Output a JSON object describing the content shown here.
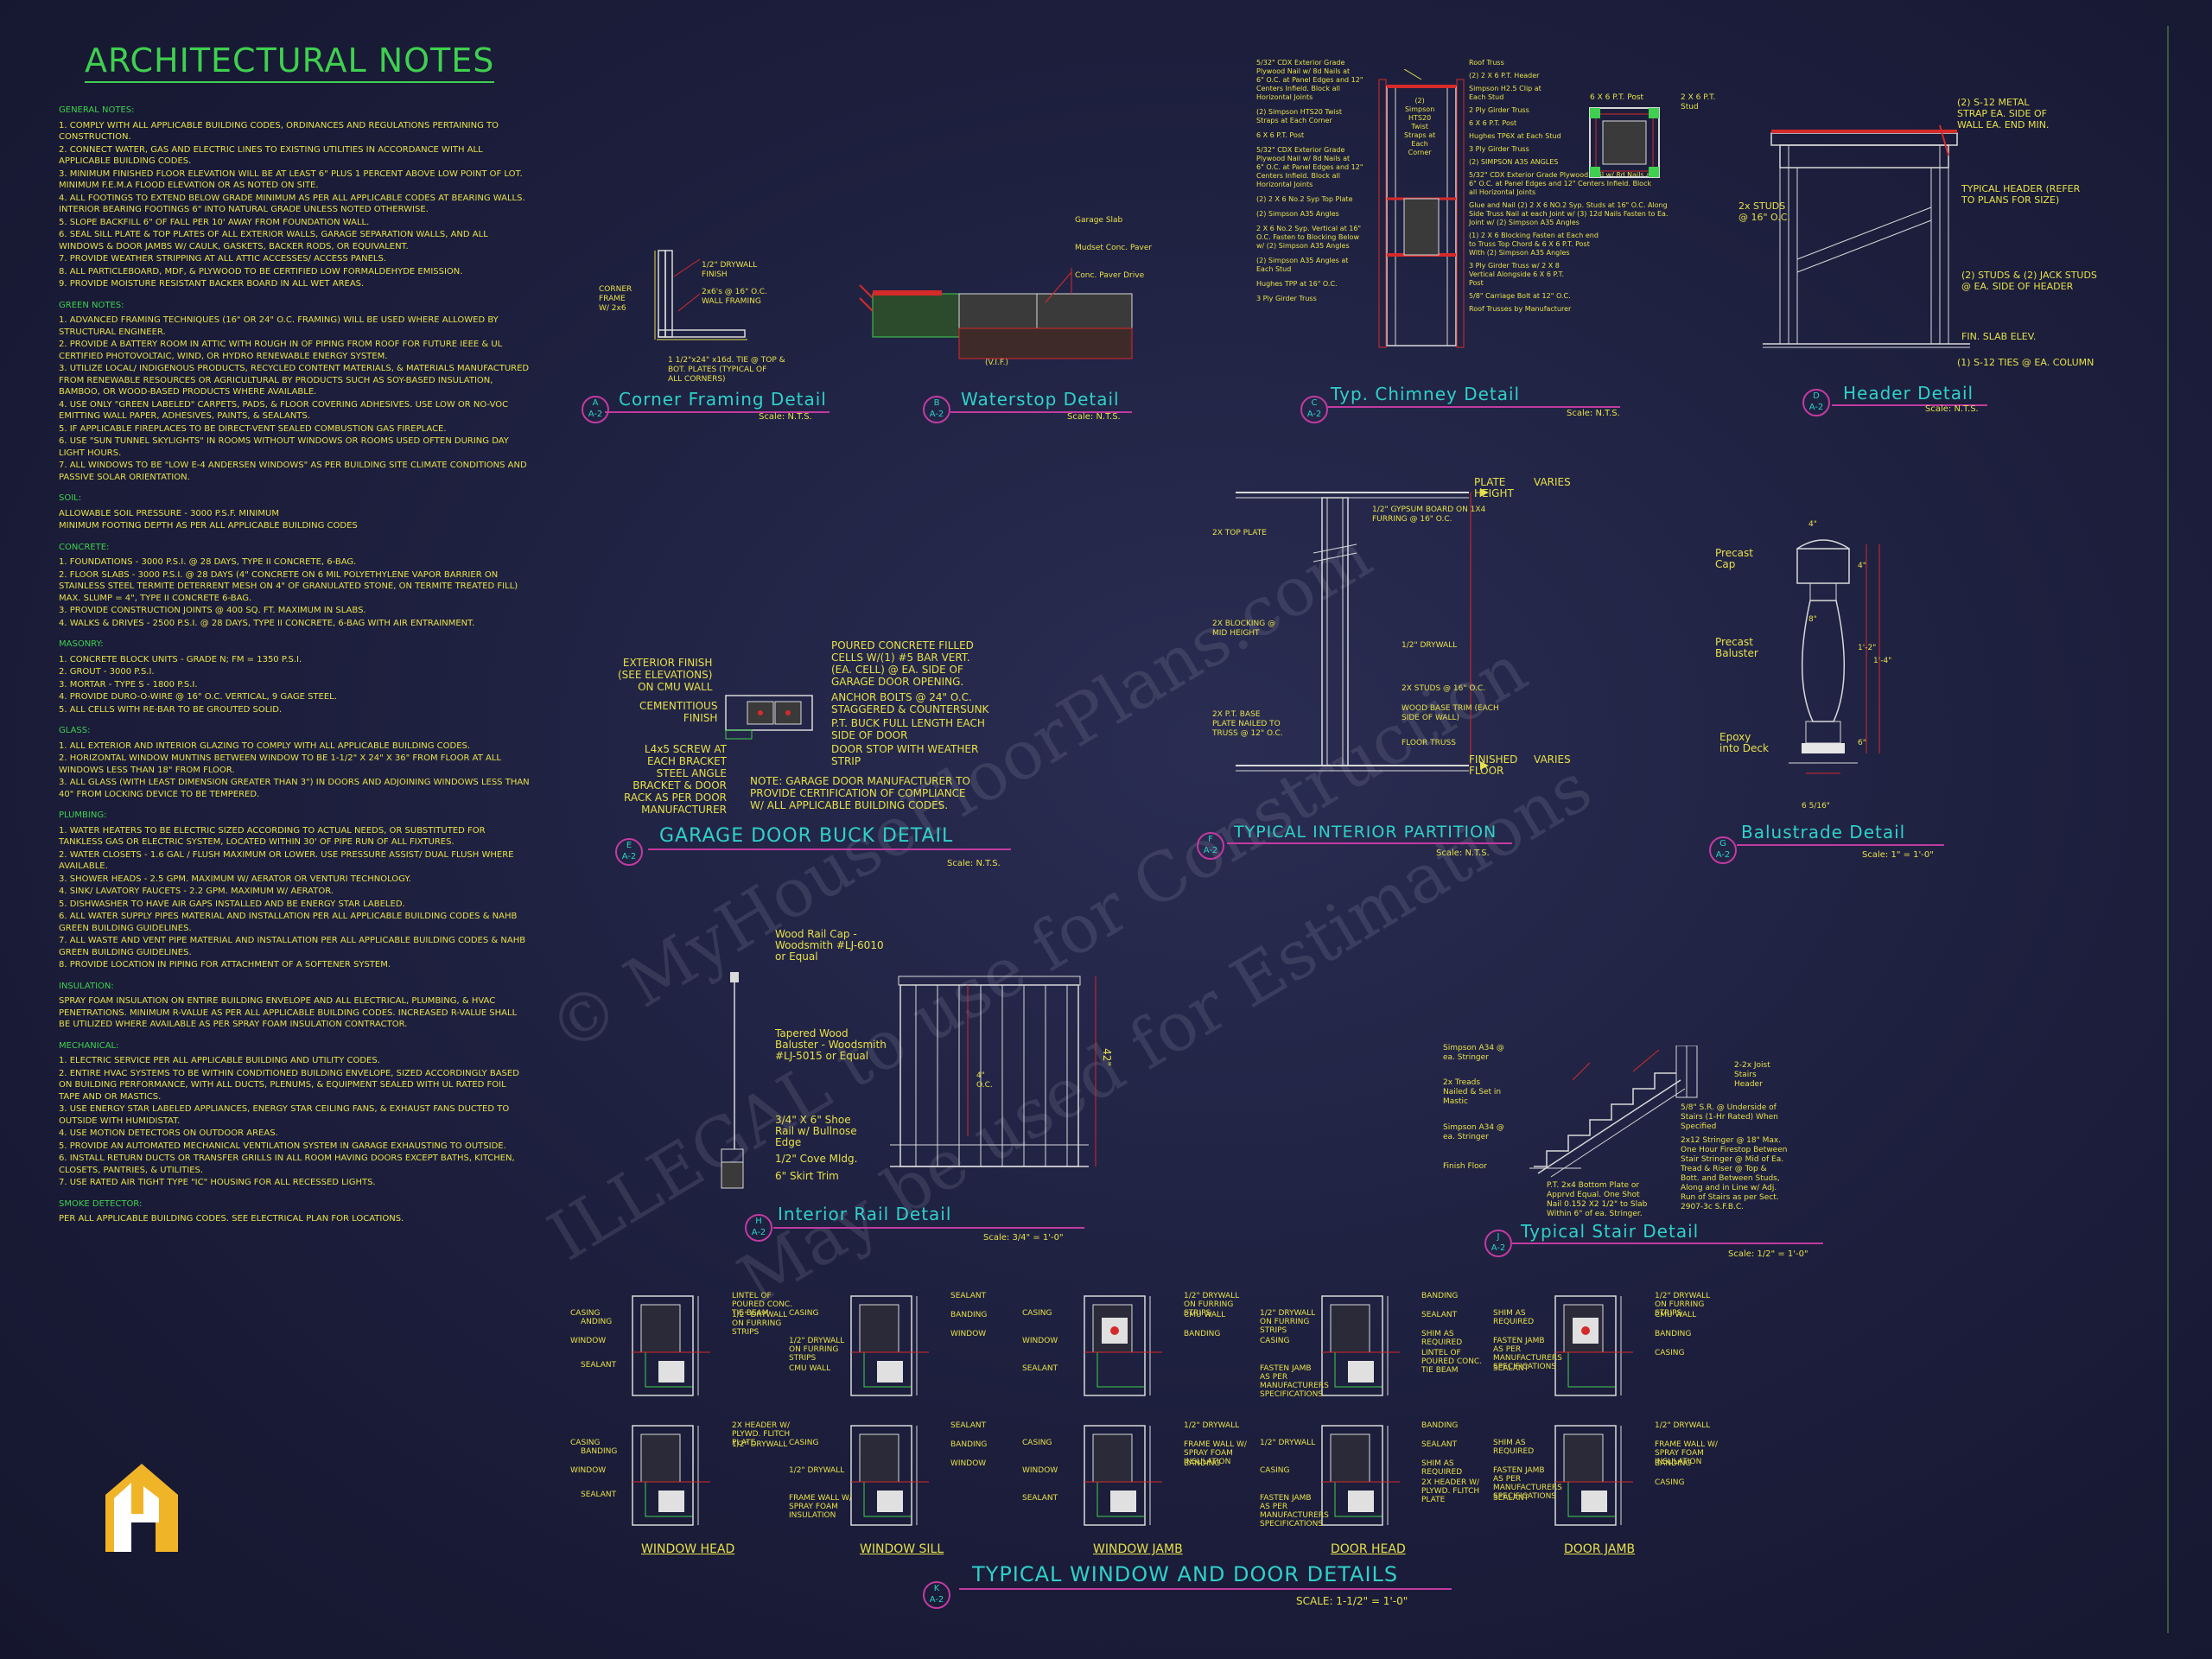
{
  "notes": {
    "title": "ARCHITECTURAL NOTES",
    "sections": [
      {
        "heading": "GENERAL NOTES:",
        "lines": [
          "1. COMPLY WITH ALL APPLICABLE BUILDING CODES, ORDINANCES AND REGULATIONS PERTAINING TO CONSTRUCTION.",
          "2. CONNECT WATER, GAS AND ELECTRIC LINES TO EXISTING UTILITIES IN ACCORDANCE WITH ALL APPLICABLE BUILDING CODES.",
          "3. MINIMUM FINISHED FLOOR ELEVATION WILL BE AT LEAST 6\" PLUS 1 PERCENT ABOVE LOW POINT OF LOT. MINIMUM F.E.M.A FLOOD ELEVATION OR AS NOTED ON SITE.",
          "4. ALL FOOTINGS TO EXTEND BELOW GRADE MINIMUM AS PER ALL APPLICABLE CODES AT BEARING WALLS. INTERIOR BEARING FOOTINGS 6\" INTO NATURAL GRADE UNLESS NOTED OTHERWISE.",
          "5. SLOPE BACKFILL 6\" OF FALL PER 10' AWAY FROM FOUNDATION WALL.",
          "6. SEAL SILL PLATE & TOP PLATES OF ALL EXTERIOR WALLS, GARAGE SEPARATION WALLS, AND ALL WINDOWS & DOOR JAMBS W/ CAULK, GASKETS, BACKER RODS, OR EQUIVALENT.",
          "7. PROVIDE WEATHER STRIPPING AT ALL ATTIC ACCESSES/ ACCESS PANELS.",
          "8. ALL PARTICLEBOARD, MDF, & PLYWOOD TO BE CERTIFIED LOW FORMALDEHYDE EMISSION.",
          "9. PROVIDE MOISTURE RESISTANT BACKER BOARD IN ALL WET AREAS."
        ]
      },
      {
        "heading": "GREEN NOTES:",
        "lines": [
          "1. ADVANCED FRAMING TECHNIQUES (16\" OR 24\" O.C. FRAMING) WILL BE USED WHERE ALLOWED BY STRUCTURAL ENGINEER.",
          "2. PROVIDE A BATTERY ROOM IN ATTIC WITH ROUGH IN OF PIPING FROM ROOF FOR FUTURE IEEE & UL CERTIFIED PHOTOVOLTAIC, WIND, OR HYDRO RENEWABLE ENERGY SYSTEM.",
          "3. UTILIZE LOCAL/ INDIGENOUS PRODUCTS, RECYCLED CONTENT MATERIALS, & MATERIALS MANUFACTURED FROM RENEWABLE RESOURCES OR AGRICULTURAL BY PRODUCTS SUCH AS SOY-BASED INSULATION, BAMBOO, OR WOOD-BASED PRODUCTS WHERE AVAILABLE.",
          "4. USE ONLY \"GREEN LABELED\" CARPETS, PADS, & FLOOR COVERING ADHESIVES. USE LOW OR NO-VOC EMITTING WALL PAPER, ADHESIVES, PAINTS, & SEALANTS.",
          "5. IF APPLICABLE FIREPLACES TO BE DIRECT-VENT SEALED COMBUSTION GAS FIREPLACE.",
          "6. USE \"SUN TUNNEL SKYLIGHTS\" IN ROOMS WITHOUT WINDOWS OR ROOMS USED OFTEN DURING DAY LIGHT HOURS.",
          "7. ALL WINDOWS TO BE \"LOW E-4 ANDERSEN WINDOWS\" AS PER BUILDING SITE CLIMATE CONDITIONS AND PASSIVE SOLAR ORIENTATION."
        ]
      },
      {
        "heading": "SOIL:",
        "lines": [
          "ALLOWABLE SOIL PRESSURE - 3000 P.S.F. MINIMUM",
          "MINIMUM FOOTING DEPTH AS PER ALL APPLICABLE BUILDING CODES"
        ]
      },
      {
        "heading": "CONCRETE:",
        "lines": [
          "1. FOUNDATIONS - 3000 P.S.I. @ 28 DAYS, TYPE II CONCRETE, 6-BAG.",
          "2. FLOOR SLABS - 3000 P.S.I. @ 28 DAYS (4\" CONCRETE ON 6 MIL POLYETHYLENE VAPOR BARRIER ON STAINLESS STEEL TERMITE DETERRENT MESH ON 4\" OF GRANULATED STONE, ON TERMITE TREATED FILL) MAX. SLUMP = 4\", TYPE II CONCRETE 6-BAG.",
          "3. PROVIDE CONSTRUCTION JOINTS @ 400 SQ. FT. MAXIMUM IN SLABS.",
          "4. WALKS & DRIVES - 2500 P.S.I. @ 28 DAYS, TYPE II CONCRETE, 6-BAG WITH AIR ENTRAINMENT."
        ]
      },
      {
        "heading": "MASONRY:",
        "lines": [
          "1. CONCRETE BLOCK UNITS - GRADE N; FM = 1350 P.S.I.",
          "2. GROUT - 3000 P.S.I.",
          "3. MORTAR - TYPE S - 1800 P.S.I.",
          "4. PROVIDE DURO-O-WIRE @ 16\" O.C. VERTICAL, 9 GAGE STEEL.",
          "5. ALL CELLS WITH RE-BAR TO BE GROUTED SOLID."
        ]
      },
      {
        "heading": "GLASS:",
        "lines": [
          "1. ALL EXTERIOR AND INTERIOR GLAZING TO COMPLY WITH ALL APPLICABLE BUILDING CODES.",
          "2. HORIZONTAL WINDOW MUNTINS BETWEEN WINDOW TO BE 1-1/2\" X 24\" X 36\" FROM FLOOR AT ALL WINDOWS LESS THAN 18\" FROM FLOOR.",
          "3. ALL GLASS (WITH LEAST DIMENSION GREATER THAN 3\") IN DOORS AND ADJOINING WINDOWS LESS THAN 40\" FROM LOCKING DEVICE TO BE TEMPERED."
        ]
      },
      {
        "heading": "PLUMBING:",
        "lines": [
          "1. WATER HEATERS TO BE ELECTRIC SIZED ACCORDING TO ACTUAL NEEDS, OR SUBSTITUTED FOR TANKLESS GAS OR ELECTRIC SYSTEM, LOCATED WITHIN 30' OF PIPE RUN OF ALL FIXTURES.",
          "2. WATER CLOSETS - 1.6 GAL / FLUSH MAXIMUM OR LOWER. USE PRESSURE ASSIST/ DUAL FLUSH WHERE AVAILABLE.",
          "3. SHOWER HEADS - 2.5 GPM. MAXIMUM W/ AERATOR OR VENTURI TECHNOLOGY.",
          "4. SINK/ LAVATORY FAUCETS - 2.2 GPM. MAXIMUM W/ AERATOR.",
          "5. DISHWASHER TO HAVE AIR GAPS INSTALLED AND BE ENERGY STAR LABELED.",
          "6. ALL WATER SUPPLY PIPES MATERIAL AND INSTALLATION PER ALL APPLICABLE BUILDING CODES & NAHB GREEN BUILDING GUIDELINES.",
          "7. ALL WASTE AND VENT PIPE MATERIAL AND INSTALLATION PER ALL APPLICABLE BUILDING CODES & NAHB GREEN BUILDING GUIDELINES.",
          "8. PROVIDE LOCATION IN PIPING FOR ATTACHMENT OF A SOFTENER SYSTEM."
        ]
      },
      {
        "heading": "INSULATION:",
        "lines": [
          "SPRAY FOAM INSULATION ON ENTIRE BUILDING ENVELOPE AND ALL ELECTRICAL, PLUMBING, & HVAC PENETRATIONS. MINIMUM R-VALUE AS PER ALL APPLICABLE BUILDING CODES. INCREASED R-VALUE SHALL BE UTILIZED WHERE AVAILABLE AS PER SPRAY FOAM INSULATION CONTRACTOR."
        ]
      },
      {
        "heading": "MECHANICAL:",
        "lines": [
          "1. ELECTRIC SERVICE PER ALL APPLICABLE BUILDING AND UTILITY CODES.",
          "2. ENTIRE HVAC SYSTEMS TO BE WITHIN CONDITIONED BUILDING ENVELOPE, SIZED ACCORDINGLY BASED ON BUILDING PERFORMANCE, WITH ALL DUCTS, PLENUMS, & EQUIPMENT SEALED WITH UL RATED FOIL TAPE AND OR MASTICS.",
          "3. USE ENERGY STAR LABELED APPLIANCES, ENERGY STAR CEILING FANS, & EXHAUST FANS DUCTED TO OUTSIDE WITH HUMIDISTAT.",
          "4. USE MOTION DETECTORS ON OUTDOOR AREAS.",
          "5. PROVIDE AN AUTOMATED MECHANICAL VENTILATION SYSTEM IN GARAGE EXHAUSTING TO OUTSIDE.",
          "6. INSTALL RETURN DUCTS OR TRANSFER GRILLS IN ALL ROOM HAVING DOORS EXCEPT BATHS, KITCHEN, CLOSETS, PANTRIES, & UTILITIES.",
          "7. USE RATED AIR TIGHT TYPE \"IC\" HOUSING FOR ALL RECESSED LIGHTS."
        ]
      },
      {
        "heading": "SMOKE DETECTOR:",
        "lines": [
          "PER ALL APPLICABLE BUILDING CODES. SEE ELECTRICAL PLAN FOR LOCATIONS."
        ]
      }
    ]
  },
  "details": {
    "a": {
      "letter": "A",
      "sheet": "A-2",
      "title": "Corner Framing Detail",
      "scale": "Scale: N.T.S.",
      "annos": [
        "1/2\" DRYWALL\nFINISH",
        "2x6's @ 16\" O.C.\nWALL FRAMING",
        "CORNER\nFRAME\nW/ 2x6",
        "1 1/2\"x24\" x16d. TIE @ TOP &\nBOT. PLATES (TYPICAL OF\nALL CORNERS)"
      ]
    },
    "b": {
      "letter": "B",
      "sheet": "A-2",
      "title": "Waterstop Detail",
      "scale": "Scale: N.T.S.",
      "annos": [
        "Garage Slab",
        "Mudset Conc. Paver",
        "Conc. Paver Drive",
        "(V.I.F.)"
      ]
    },
    "c": {
      "letter": "C",
      "sheet": "A-2",
      "title": "Typ. Chimney Detail",
      "scale": "Scale: N.T.S.",
      "left_annos": [
        "5/32\" CDX Exterior Grade\nPlywood Nail w/ 8d Nails at\n6\" O.C. at Panel Edges and 12\"\nCenters Infield. Block all\nHorizontal Joints",
        "(2) Simpson HTS20 Twist\nStraps at Each Corner",
        "6 X 6 P.T. Post",
        "5/32\" CDX Exterior Grade\nPlywood Nail w/ 8d Nails at\n6\" O.C. at Panel Edges and 12\"\nCenters Infield. Block all\nHorizontal Joints",
        "(2) 2 X 6 No.2 Syp Top Plate",
        "(2) Simpson A35 Angles",
        "2 X 6 No.2 Syp. Vertical at 16\"\nO.C. Fasten to Blocking Below\nw/ (2) Simpson A35 Angles",
        "(2) Simpson A35 Angles at\nEach Stud",
        "Hughes TPP at 16\" O.C.",
        "3 Ply Girder Truss"
      ],
      "mid_annos": [
        "Roof Truss",
        "(2) 2 X 6 P.T. Header",
        "Simpson H2.5 Clip at\nEach Stud",
        "2 Ply Girder Truss",
        "6 X 6 P.T. Post",
        "Hughes TP6X at Each Stud",
        "3 Ply Girder Truss",
        "(2) SIMPSON A35 ANGLES",
        "5/32\" CDX Exterior Grade Plywood Nail w/ 8d Nails at\n6\" O.C. at Panel Edges and 12\" Centers Infield. Block\nall Horizontal Joints",
        "Glue and Nail (2) 2 X 6 NO.2 Syp. Studs at 16\" O.C. Along\nSide Truss Nail at each Joint w/ (3) 12d Nails Fasten to Ea.\nJoint w/ (2) Simpson A35 Angles",
        "(1) 2 X 6 Blocking Fasten at Each end\nto Truss Top Chord & 6 X 6 P.T. Post\nWith (2) Simpson A35 Angles",
        "3 Ply Girder Truss w/ 2 X 8\nVertical Alongside 6 X 6 P.T.\nPost",
        "5/8\" Carriage Bolt at 12\" O.C.",
        "Roof Trusses by Manufacturer"
      ],
      "simpson_label": "(2)\nSimpson\nHTS20\nTwist\nStraps at\nEach\nCorner",
      "right_annos": [
        "6 X 6 P.T. Post",
        "2 X 6 P.T.\nStud"
      ]
    },
    "d": {
      "letter": "D",
      "sheet": "A-2",
      "title": "Header Detail",
      "scale": "Scale: N.T.S.",
      "annos": [
        "(2) S-12 METAL\nSTRAP EA. SIDE OF\nWALL EA. END MIN.",
        "TYPICAL HEADER (REFER\nTO PLANS FOR SIZE)",
        "2x STUDS\n@ 16\" O.C.",
        "(2) STUDS & (2) JACK STUDS\n@ EA. SIDE OF HEADER",
        "FIN. SLAB ELEV.",
        "(1) S-12 TIES @ EA. COLUMN"
      ]
    },
    "e": {
      "letter": "E",
      "sheet": "A-2",
      "title": "GARAGE DOOR BUCK DETAIL",
      "scale": "Scale: N.T.S.",
      "annos_left": [
        "EXTERIOR FINISH\n(SEE ELEVATIONS)\nON CMU WALL",
        "CEMENTITIOUS\nFINISH",
        "L4x5 SCREW AT\nEACH BRACKET\nSTEEL ANGLE\nBRACKET & DOOR\nRACK AS PER DOOR\nMANUFACTURER"
      ],
      "annos_right": [
        "POURED CONCRETE FILLED\nCELLS W/(1) #5 BAR VERT.\n(EA. CELL) @ EA. SIDE OF\nGARAGE DOOR OPENING.",
        "ANCHOR BOLTS @ 24\" O.C.\nSTAGGERED & COUNTERSUNK",
        "P.T. BUCK FULL LENGTH EACH\nSIDE OF DOOR",
        "DOOR STOP WITH WEATHER\nSTRIP",
        "NOTE: GARAGE DOOR MANUFACTURER TO\nPROVIDE CERTIFICATION OF COMPLIANCE\nW/ ALL APPLICABLE BUILDING CODES."
      ]
    },
    "f": {
      "letter": "F",
      "sheet": "A-2",
      "title": "TYPICAL INTERIOR PARTITION",
      "scale": "Scale: N.T.S.",
      "annos": [
        "PLATE\nHEIGHT",
        "VARIES",
        "1/2\" GYPSUM BOARD ON 1X4\nFURRING @ 16\" O.C.",
        "2X TOP PLATE",
        "2X BLOCKING @\nMID HEIGHT",
        "1/2\" DRYWALL",
        "2X STUDS @ 16\" O.C.",
        "2X P.T. BASE\nPLATE NAILED TO\nTRUSS @ 12\" O.C.",
        "WOOD BASE TRIM (EACH\nSIDE OF WALL)",
        "FLOOR TRUSS",
        "FINISHED\nFLOOR",
        "VARIES"
      ]
    },
    "g": {
      "letter": "G",
      "sheet": "A-2",
      "title": "Balustrade Detail",
      "scale": "Scale: 1\" = 1'-0\"",
      "annos": [
        "Precast\nCap",
        "Precast\nBaluster",
        "Epoxy\ninto Deck",
        "6 5/16\"",
        "4\"",
        "4\"",
        "8\"",
        "1'-2\"",
        "1'-4\"",
        "6\""
      ]
    },
    "h": {
      "letter": "H",
      "sheet": "A-2",
      "title": "Interior Rail Detail",
      "scale": "Scale: 3/4\" = 1'-0\"",
      "annos": [
        "Wood Rail Cap -\nWoodsmith #LJ-6010\nor Equal",
        "Tapered Wood\nBaluster - Woodsmith\n#LJ-5015 or Equal",
        "3/4\" X 6\" Shoe\nRail w/ Bullnose\nEdge",
        "1/2\" Cove Mldg.",
        "6\" Skirt Trim",
        "4\"\nO.C.",
        "42\""
      ]
    },
    "j": {
      "letter": "J",
      "sheet": "A-2",
      "title": "Typical Stair Detail",
      "scale": "Scale: 1/2\" = 1'-0\"",
      "annos_left": [
        "Simpson A34 @\nea. Stringer",
        "2x Treads\nNailed & Set in\nMastic",
        "Simpson A34 @\nea. Stringer",
        "Finish Floor"
      ],
      "annos_right": [
        "2-2x Joist\nStairs\nHeader",
        "5/8\" S.R. @ Underside of\nStairs (1-Hr Rated) When\nSpecified",
        "2x12 Stringer @ 18\" Max.\nOne Hour Firestop Between\nStair Stringer @ Mid of Ea.\nTread & Riser @ Top &\nBott. and Between Studs,\nAlong and in Line w/ Adj.\nRun of Stairs as per Sect.\n2907-3c S.F.B.C."
      ],
      "anno_bottom": "P.T. 2x4 Bottom Plate or\nApprvd Equal. One Shot\nNail 0.152 X2 1/2\" to Slab\nWithin 6\" of ea. Stringer."
    },
    "k": {
      "letter": "K",
      "sheet": "A-2",
      "title": "TYPICAL WINDOW AND DOOR DETAILS",
      "scale": "SCALE: 1-1/2\" = 1'-0\"",
      "subtitles": [
        "WINDOW HEAD",
        "WINDOW SILL",
        "WINDOW JAMB",
        "DOOR HEAD",
        "DOOR JAMB"
      ],
      "annos": {
        "wh_top": [
          "LINTEL OF\nPOURED CONC.\nTIE BEAM",
          "1/2\" DRYWALL\nON FURRING\nSTRIPS",
          "CASING",
          "WINDOW"
        ],
        "wh_top_left": [
          "ANDING",
          "SEALANT"
        ],
        "wh_bot": [
          "2X HEADER W/\nPLYWD. FLITCH\nPLATE",
          "1/2\" DRYWALL",
          "CASING",
          "WINDOW"
        ],
        "wh_bot_left": [
          "BANDING",
          "SEALANT"
        ],
        "ws_top": [
          "SEALANT",
          "BANDING",
          "WINDOW",
          "CASING",
          "1/2\" DRYWALL\nON FURRING\nSTRIPS",
          "CMU WALL"
        ],
        "ws_bot": [
          "SEALANT",
          "BANDING",
          "WINDOW",
          "CASING",
          "1/2\" DRYWALL",
          "FRAME WALL W/\nSPRAY FOAM\nINSULATION"
        ],
        "wj_top": [
          "1/2\" DRYWALL\nON FURRING\nSTRIPS",
          "CMU WALL",
          "BANDING",
          "CASING",
          "WINDOW",
          "SEALANT"
        ],
        "wj_bot": [
          "1/2\" DRYWALL",
          "FRAME WALL W/\nSPRAY FOAM\nINSULATION",
          "BANDING",
          "CASING",
          "WINDOW",
          "SEALANT"
        ],
        "dh_top": [
          "BANDING",
          "SEALANT",
          "SHIM AS\nREQUIRED",
          "LINTEL OF\nPOURED CONC.\nTIE BEAM",
          "1/2\" DRYWALL\nON FURRING\nSTRIPS",
          "CASING",
          "FASTEN JAMB\nAS PER\nMANUFACTURERS\nSPECIFICATIONS"
        ],
        "dh_bot": [
          "BANDING",
          "SEALANT",
          "SHIM AS\nREQUIRED",
          "2X HEADER W/\nPLYWD. FLITCH\nPLATE",
          "1/2\" DRYWALL",
          "CASING",
          "FASTEN JAMB\nAS PER\nMANUFACTURERS\nSPECIFICATIONS"
        ],
        "dj_top": [
          "1/2\" DRYWALL\nON FURRING\nSTRIPS",
          "CMU WALL",
          "BANDING",
          "CASING",
          "SHIM AS\nREQUIRED",
          "FASTEN JAMB\nAS PER\nMANUFACTURERS\nSPECIFICATIONS",
          "SEALANT"
        ],
        "dj_bot": [
          "1/2\" DRYWALL",
          "FRAME WALL W/\nSPRAY FOAM\nINSULATION",
          "BANDING",
          "CASING",
          "SHIM AS\nREQUIRED",
          "FASTEN JAMB\nAS PER\nMANUFACTURERS\nSPECIFICATIONS",
          "SEALANT"
        ]
      }
    }
  },
  "watermark": {
    "line1": "© MyHouseFloorPlans.com",
    "line2": "ILLEGAL to use for Construction",
    "line3": "May be used for Estimations"
  },
  "logo": {
    "name": "logo-icon"
  },
  "colors": {
    "text": "#e6e04a",
    "title_green": "#3fd04f",
    "label_cyan": "#2fd1c9",
    "bubble": "#c23ba0",
    "red_line": "#d62a2a",
    "bg": "#1c1e3c"
  }
}
